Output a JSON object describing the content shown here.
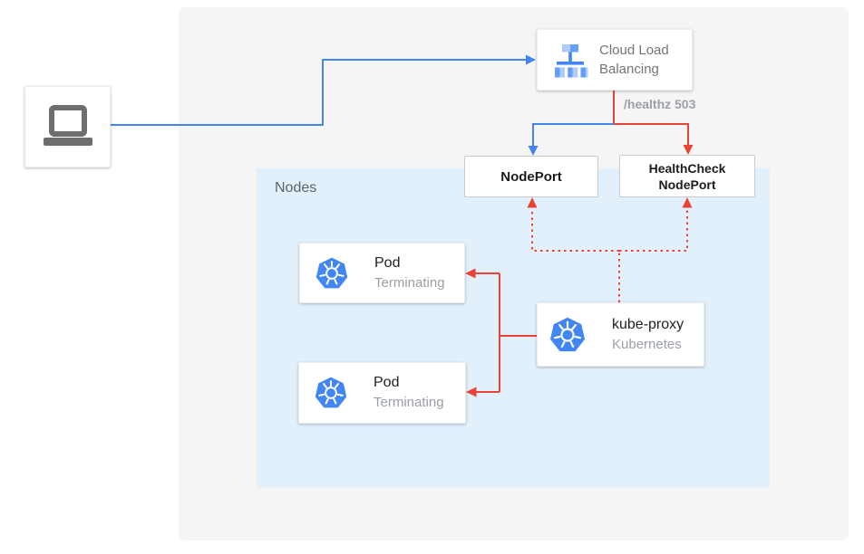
{
  "diagram": {
    "nodes_container": {
      "label": "Nodes"
    },
    "client": {
      "icon": "laptop"
    },
    "cloud_load_balancing": {
      "title": "Cloud Load Balancing"
    },
    "nodeport": {
      "label": "NodePort"
    },
    "healthcheck_nodeport": {
      "label": "HealthCheck NodePort"
    },
    "pods": [
      {
        "title": "Pod",
        "status": "Terminating"
      },
      {
        "title": "Pod",
        "status": "Terminating"
      }
    ],
    "kube_proxy": {
      "title": "kube-proxy",
      "subtitle": "Kubernetes"
    },
    "edge_labels": {
      "healthz": "/healthz 503"
    }
  },
  "colors": {
    "line_blue": "#4285f4",
    "line_red": "#e94335",
    "panel_bg": "#f5f5f5",
    "nodes_bg": "#e2f0fc",
    "k8s_blue": "#4285f4",
    "clb_blue_mid": "#669df6",
    "clb_blue_light": "#aecbfa",
    "laptop_gray": "#6e6e6e",
    "muted_text": "#9aa0a6",
    "dark_text": "#212121"
  }
}
